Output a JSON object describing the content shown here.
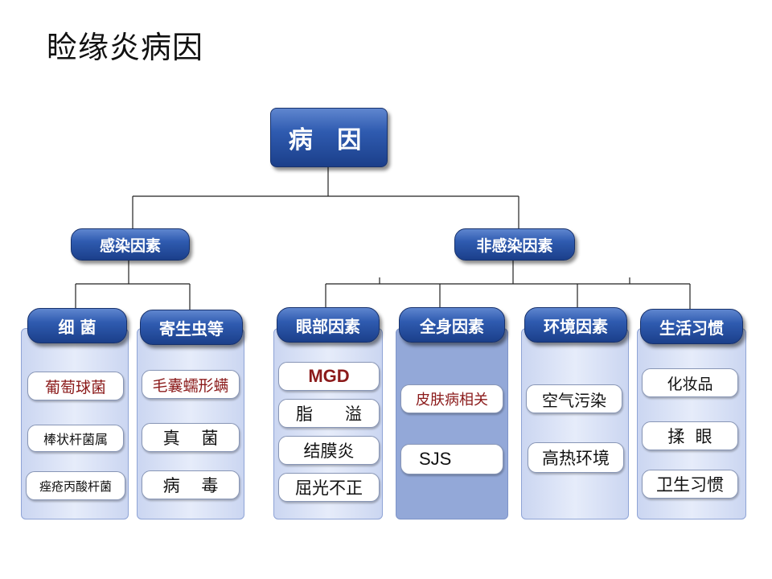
{
  "title": "睑缘炎病因",
  "root": "病  因",
  "infectious": {
    "label": "感染因素",
    "bacteria": {
      "label": "细  菌",
      "items": [
        "葡萄球菌",
        "棒状杆菌属",
        "痤疮丙酸杆菌"
      ]
    },
    "parasites": {
      "label": "寄生虫等",
      "items": [
        "毛囊蠕形螨",
        "真    菌",
        "病    毒"
      ]
    }
  },
  "noninfectious": {
    "label": "非感染因素",
    "eye": {
      "label": "眼部因素",
      "items": [
        "MGD",
        "脂      溢",
        "结膜炎",
        "屈光不正"
      ]
    },
    "systemic": {
      "label": "全身因素",
      "items": [
        "皮肤病相关",
        "SJS"
      ]
    },
    "environment": {
      "label": "环境因素",
      "items": [
        "空气污染",
        "高热环境"
      ]
    },
    "habits": {
      "label": "生活习惯",
      "items": [
        "化妆品",
        "揉  眼",
        "卫生习惯"
      ]
    }
  },
  "colors": {
    "header_dark": "#1b3f8a",
    "header_light": "#5f86cf",
    "column": "#cbd6f1",
    "column_dark": "#93a8d8",
    "leaf_red": "#8b1a1a"
  }
}
